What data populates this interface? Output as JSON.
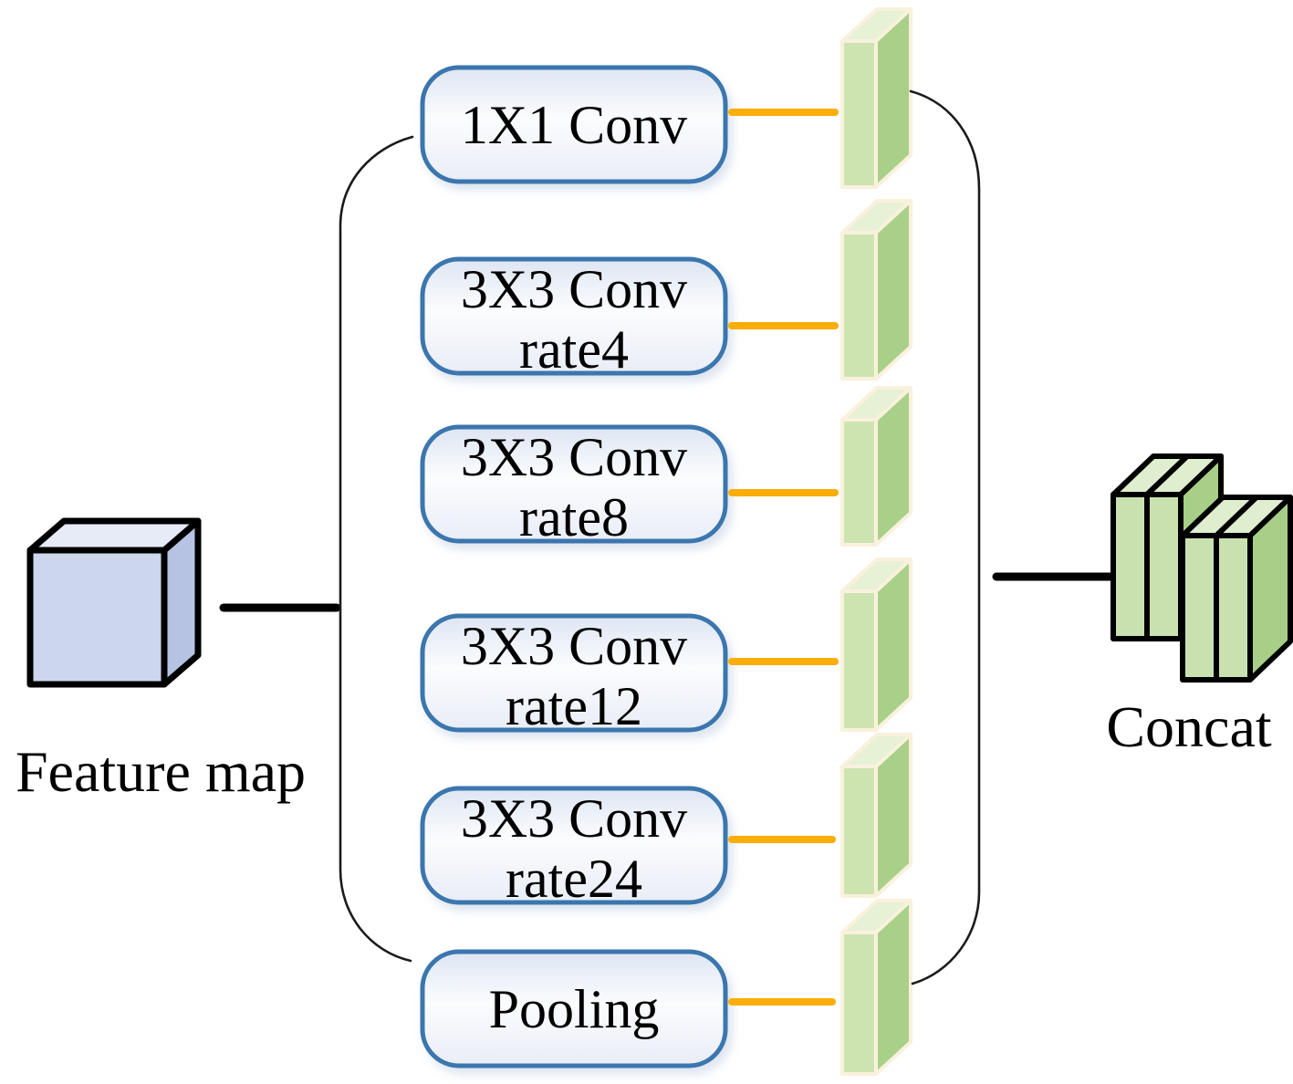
{
  "figure": {
    "feature_map_label": "Feature map",
    "concat_label": "Concat",
    "branches": [
      {
        "lines": [
          "1X1 Conv"
        ]
      },
      {
        "lines": [
          "3X3 Conv",
          "rate4"
        ]
      },
      {
        "lines": [
          "3X3 Conv",
          "rate8"
        ]
      },
      {
        "lines": [
          "3X3 Conv",
          "rate12"
        ]
      },
      {
        "lines": [
          "3X3 Conv",
          "rate24"
        ]
      },
      {
        "lines": [
          "Pooling"
        ]
      }
    ]
  },
  "colors": {
    "box-border": "#3A76AE",
    "box-fill-top": "#DEE6F3",
    "box-fill-mid": "#FBFCFE",
    "box-fill-bottom": "#E9EDF6",
    "connector-orange": "#FBAD08",
    "connector-black": "#000000",
    "bracket-line": "#1B1B1B",
    "slab-front": "#CDE4B0",
    "slab-side": "#A8D089",
    "slab-top": "#E6F1D6",
    "slab-outline": "#FAF1DC",
    "cube-front": "#CCD7EE",
    "cube-side": "#B6C3E3",
    "cube-top": "#E7EBF7",
    "concat-front": "#C9E1AE",
    "concat-side": "#A7CF88",
    "concat-top": "#E0EED0",
    "text-color": "#000000"
  }
}
